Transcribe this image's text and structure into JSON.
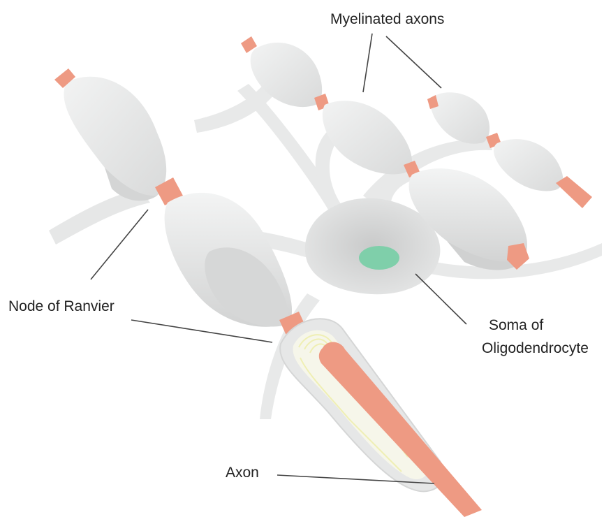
{
  "labels": {
    "myelinated_axons": "Myelinated axons",
    "node_of_ranvier": "Node of Ranvier",
    "soma_line1": "Soma of",
    "soma_line2": "Oligodendrocyte",
    "axon": "Axon"
  },
  "colors": {
    "background": "#ffffff",
    "myelin": "#e4e5e5",
    "myelin_light": "#f0f1f1",
    "myelin_shadow": "#cfd0d0",
    "process": "#e7e8e8",
    "soma": "#dcdddd",
    "node": "#ee9a83",
    "nucleus": "#7fcfaa",
    "lamella": "#efefb4",
    "leader_line": "#444444",
    "text": "#222222"
  }
}
